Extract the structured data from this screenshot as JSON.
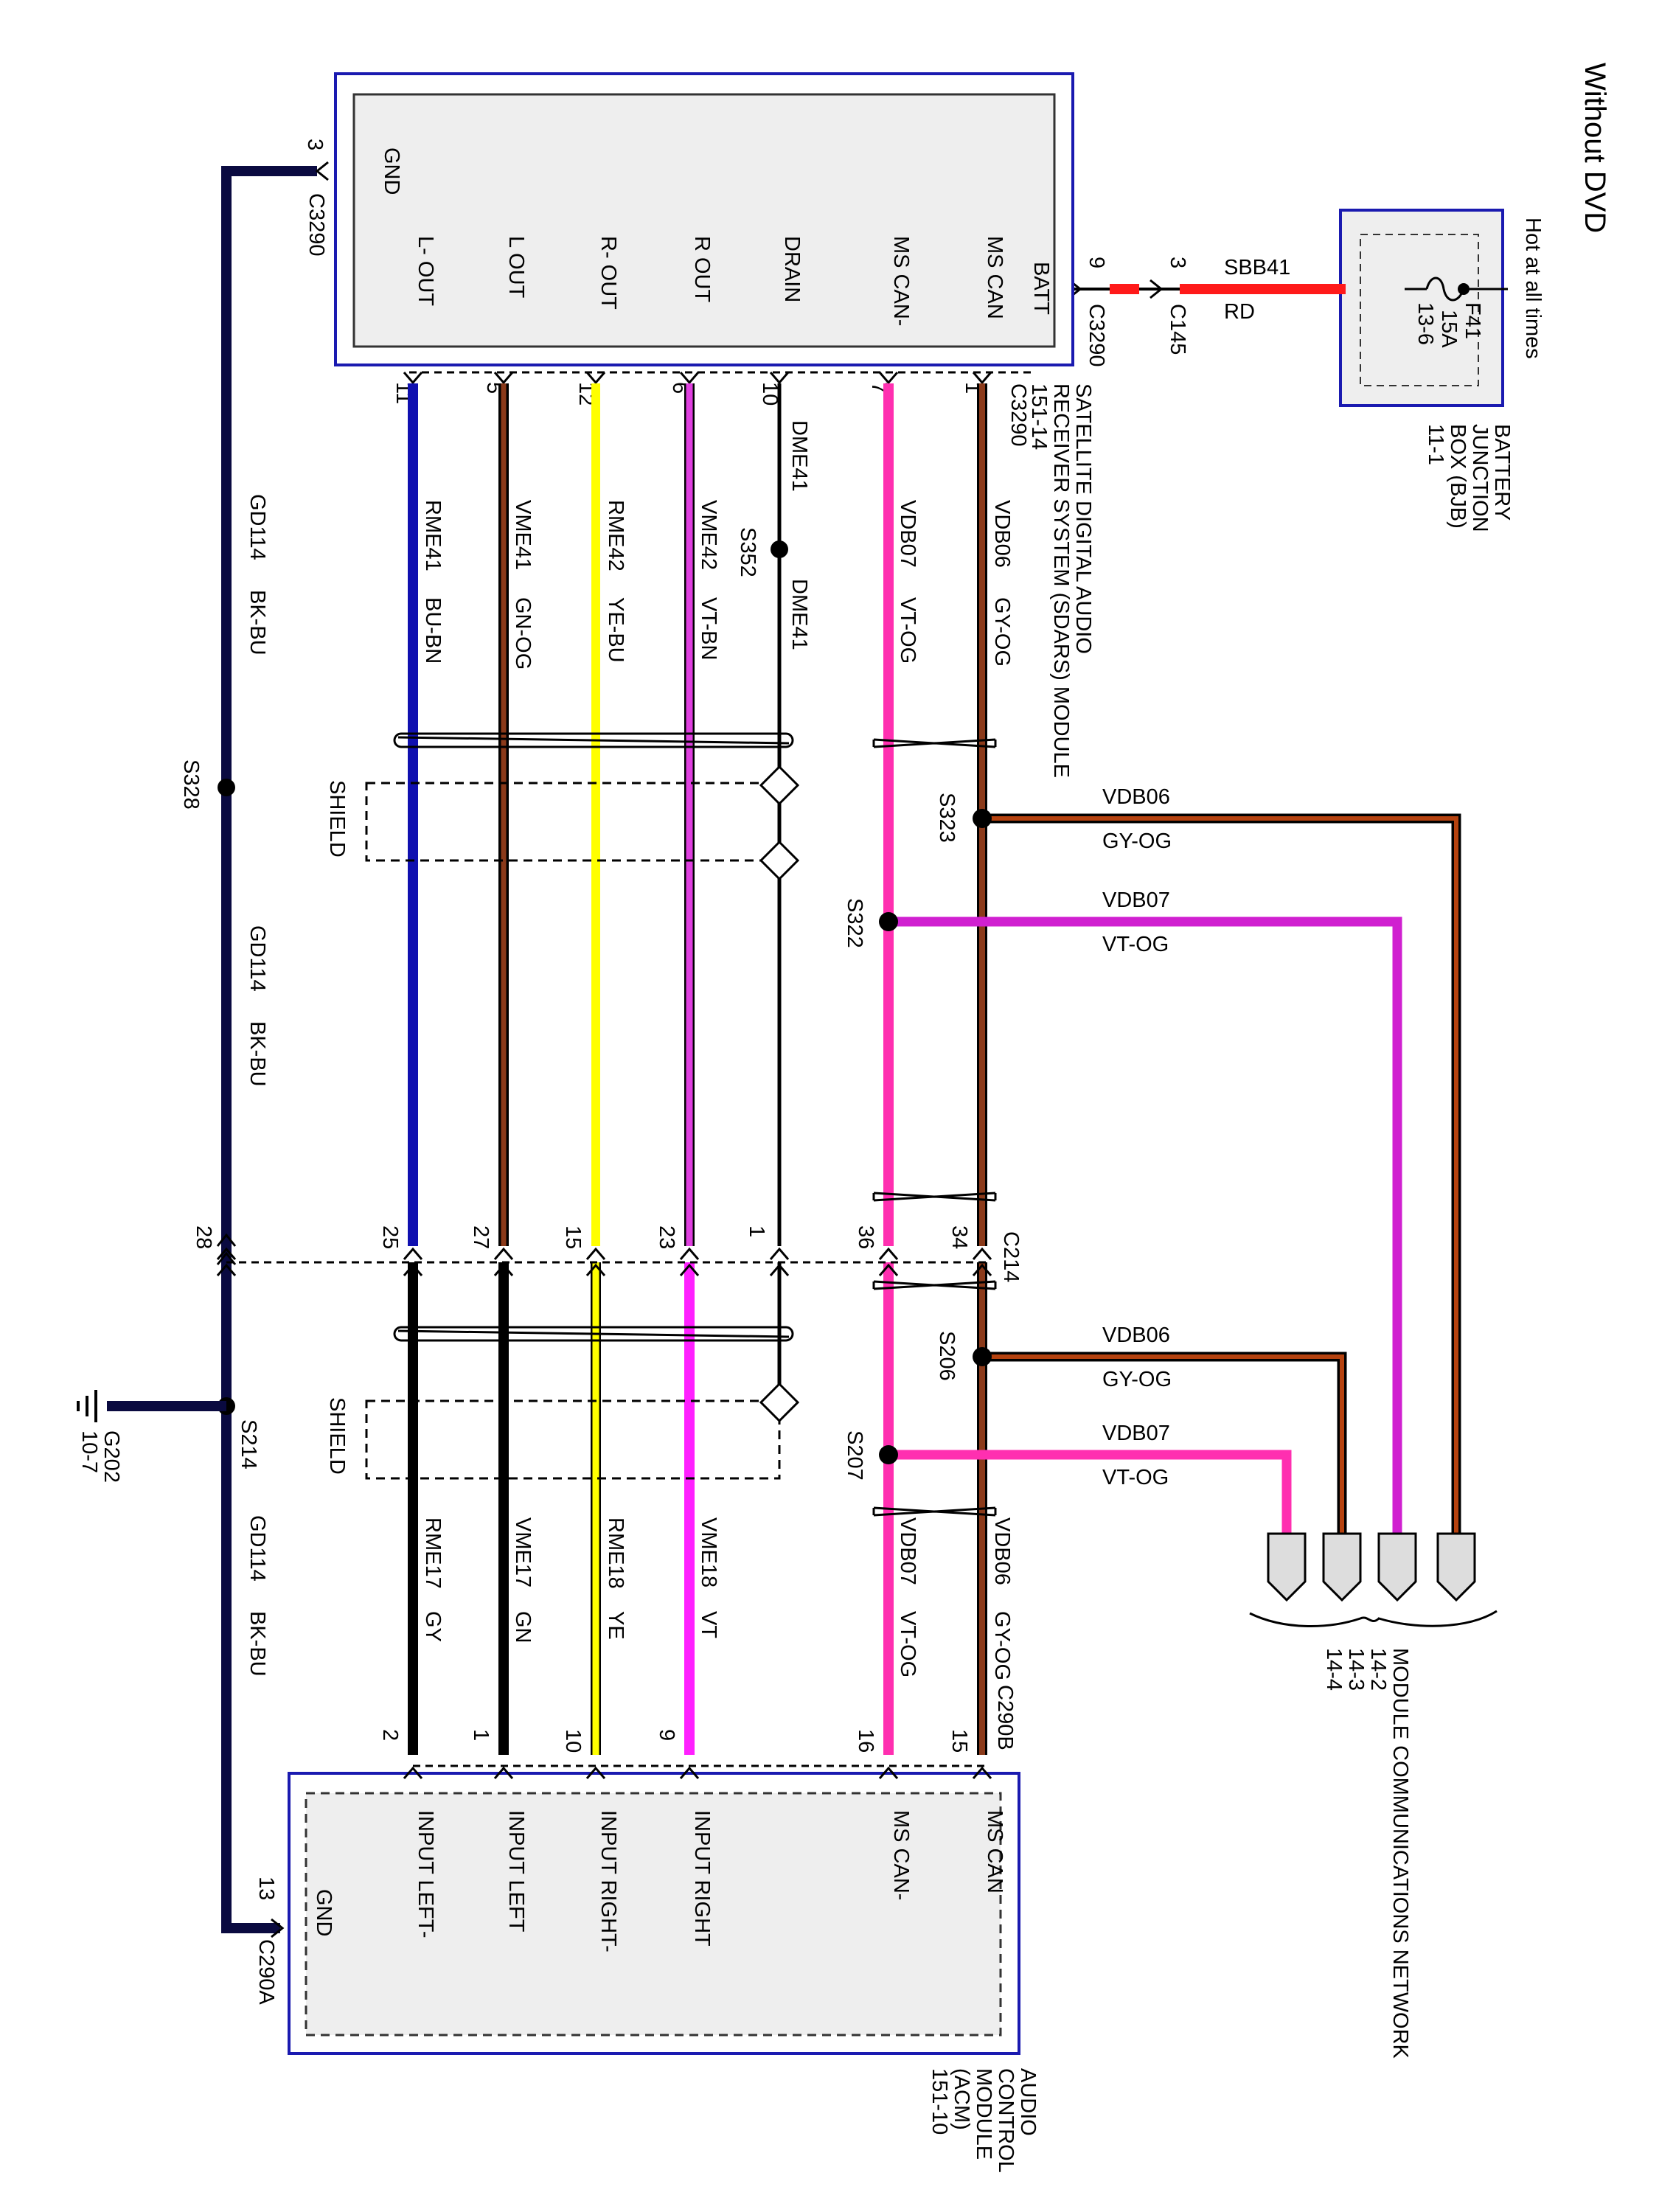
{
  "title": "Without DVD",
  "bjb": {
    "hot": "Hot at all times",
    "fuse_name": "F41",
    "fuse_rating": "15A",
    "fuse_loc": "13-6",
    "name": [
      "BATTERY",
      "JUNCTION",
      "BOX (BJB)",
      "11-1"
    ]
  },
  "batt_wire": {
    "circuit": "SBB41",
    "color": "RD",
    "pin_c145": "3",
    "conn_c145": "C145",
    "pin_c3290": "9",
    "conn_c3290": "C3290"
  },
  "sdars": {
    "name": [
      "SATELLITE DIGITAL AUDIO",
      "RECEIVER SYSTEM (SDARS) MODULE",
      "151-14"
    ],
    "gnd_label": "GND",
    "gnd_pin": "3",
    "gnd_conn": "C3290",
    "conn_label": "C3290",
    "pins": [
      {
        "label": "BATT",
        "pin": ""
      },
      {
        "label": "MS CAN",
        "pin": "1"
      },
      {
        "label": "MS CAN-",
        "pin": "7"
      },
      {
        "label": "DRAIN",
        "pin": "10"
      },
      {
        "label": "R OUT",
        "pin": "6"
      },
      {
        "label": "R- OUT",
        "pin": "12"
      },
      {
        "label": "L OUT",
        "pin": "5"
      },
      {
        "label": "L- OUT",
        "pin": "11"
      }
    ]
  },
  "wires_upper": [
    {
      "circuit": "VDB06",
      "color": "GY-OG",
      "hex": "#8B4513"
    },
    {
      "circuit": "VDB07",
      "color": "VT-OG",
      "hex": "#FF2FB0"
    },
    {
      "circuit": "DME41",
      "color": "",
      "hex": "#000000"
    },
    {
      "circuit": "VME42",
      "color": "VT-BN",
      "hex": "#E040E0"
    },
    {
      "circuit": "RME42",
      "color": "YE-BU",
      "hex": "#FFFF00"
    },
    {
      "circuit": "VME41",
      "color": "GN-OG",
      "hex": "#8B4513"
    },
    {
      "circuit": "RME41",
      "color": "BU-BN",
      "hex": "#1010B0"
    }
  ],
  "drain_splice": {
    "label": "S352",
    "circuit": "DME41"
  },
  "ground_wire": {
    "circuit": "GD114",
    "color": "BK-BU",
    "splice_upper": "S328",
    "splice_lower": "S214",
    "ground": "G202",
    "ground_loc": "10-7"
  },
  "shield_label": "SHIELD",
  "splices": {
    "s323": "S323",
    "s322": "S322",
    "s206": "S206",
    "s207": "S207"
  },
  "branches": [
    {
      "circuit": "VDB06",
      "color": "GY-OG"
    },
    {
      "circuit": "VDB07",
      "color": "VT-OG"
    },
    {
      "circuit": "VDB06",
      "color": "GY-OG"
    },
    {
      "circuit": "VDB07",
      "color": "VT-OG"
    }
  ],
  "c214": {
    "name": "C214",
    "pins": [
      "34",
      "36",
      "1",
      "23",
      "15",
      "27",
      "25",
      "28"
    ]
  },
  "wires_lower": [
    {
      "circuit": "VDB06",
      "color": "GY-OG"
    },
    {
      "circuit": "VDB07",
      "color": "VT-OG"
    },
    {
      "circuit": "VME18",
      "color": "VT"
    },
    {
      "circuit": "RME18",
      "color": "YE"
    },
    {
      "circuit": "VME17",
      "color": "GN"
    },
    {
      "circuit": "RME17",
      "color": "GY"
    }
  ],
  "mcn": {
    "name": "MODULE COMMUNICATIONS NETWORK",
    "refs": [
      "14-2",
      "14-3",
      "14-4"
    ]
  },
  "acm": {
    "name": [
      "AUDIO",
      "CONTROL",
      "MODULE",
      "(ACM)",
      "151-10"
    ],
    "conn_b": "C290B",
    "conn_a": "C290A",
    "gnd_label": "GND",
    "gnd_pin": "13",
    "pins": [
      {
        "label": "MS CAN",
        "pin": "15"
      },
      {
        "label": "MS CAN-",
        "pin": "16"
      },
      {
        "label": "INPUT RIGHT",
        "pin": "9"
      },
      {
        "label": "INPUT RIGHT-",
        "pin": "10"
      },
      {
        "label": "INPUT LEFT",
        "pin": "1"
      },
      {
        "label": "INPUT LEFT-",
        "pin": "2"
      }
    ]
  },
  "colors": {
    "module_border": "#1a1ab0",
    "module_fill": "#eeeeee",
    "red": "#ff1a1a",
    "brown": "#7a2a10",
    "pink": "#ff2fb0",
    "magenta": "#e020e0",
    "yellow": "#ffff00",
    "blue": "#1010b0",
    "navy": "#0a0a40",
    "black": "#000000"
  }
}
